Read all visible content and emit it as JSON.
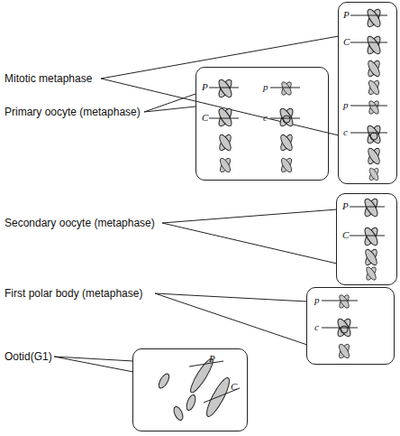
{
  "diagram": {
    "nodes": [
      {
        "text": [
          "Mitotic metaphase",
          "P",
          "C",
          "p",
          "c"
        ]
      },
      {
        "text": [
          "Primary oocyte (metaphase)",
          "P",
          "C",
          "p",
          "c"
        ]
      },
      {
        "text": [
          "Secondary oocyte (metaphase)",
          "P",
          "C"
        ]
      },
      {
        "text": [
          "First polar body (metaphase)",
          "p",
          "c"
        ]
      },
      {
        "text": [
          "Ootid(G1)",
          "P",
          "C"
        ]
      }
    ]
  }
}
